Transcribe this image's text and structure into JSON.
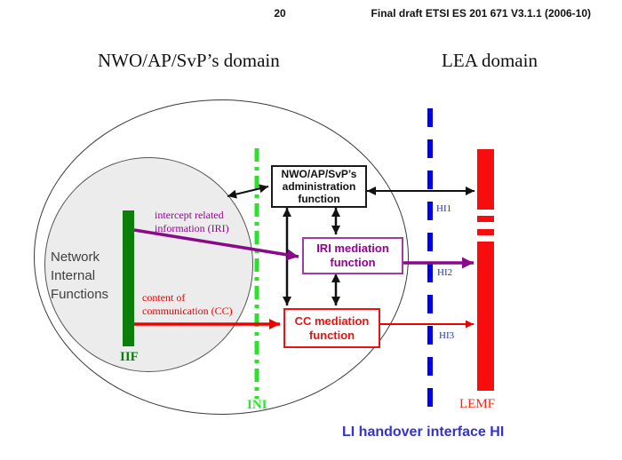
{
  "header": {
    "page_number": "20",
    "doc_title": "Final draft ETSI ES 201 671 V3.1.1 (2006-10)"
  },
  "titles": {
    "nwo_domain": "NWO/AP/SvP’s domain",
    "lea_domain": "LEA domain"
  },
  "network": {
    "internal_functions": "Network Internal Functions",
    "iif_label": "IIF"
  },
  "flows": {
    "iri_label": "intercept related information (IRI)",
    "cc_label": "content of communication (CC)"
  },
  "boxes": {
    "admin_function": "NWO/AP/SvP’s administration function",
    "iri_mediation": "IRI mediation function",
    "cc_mediation": "CC mediation function"
  },
  "interfaces": {
    "ini": "INI",
    "hi1": "HI1",
    "hi2": "HI2",
    "hi3": "HI3",
    "lemf": "LEMF",
    "caption": "LI handover interface HI"
  },
  "colors": {
    "iri_purple": "#990099",
    "cc_red": "#ee1111",
    "iif_green": "#0c7e0c",
    "ini_bright_green": "#2ce02c",
    "hi_line_blue": "#0000e6",
    "hi_label_blue": "#2233bb",
    "caption_blue": "#3333cc",
    "lemf_red": "#f70d0d"
  }
}
